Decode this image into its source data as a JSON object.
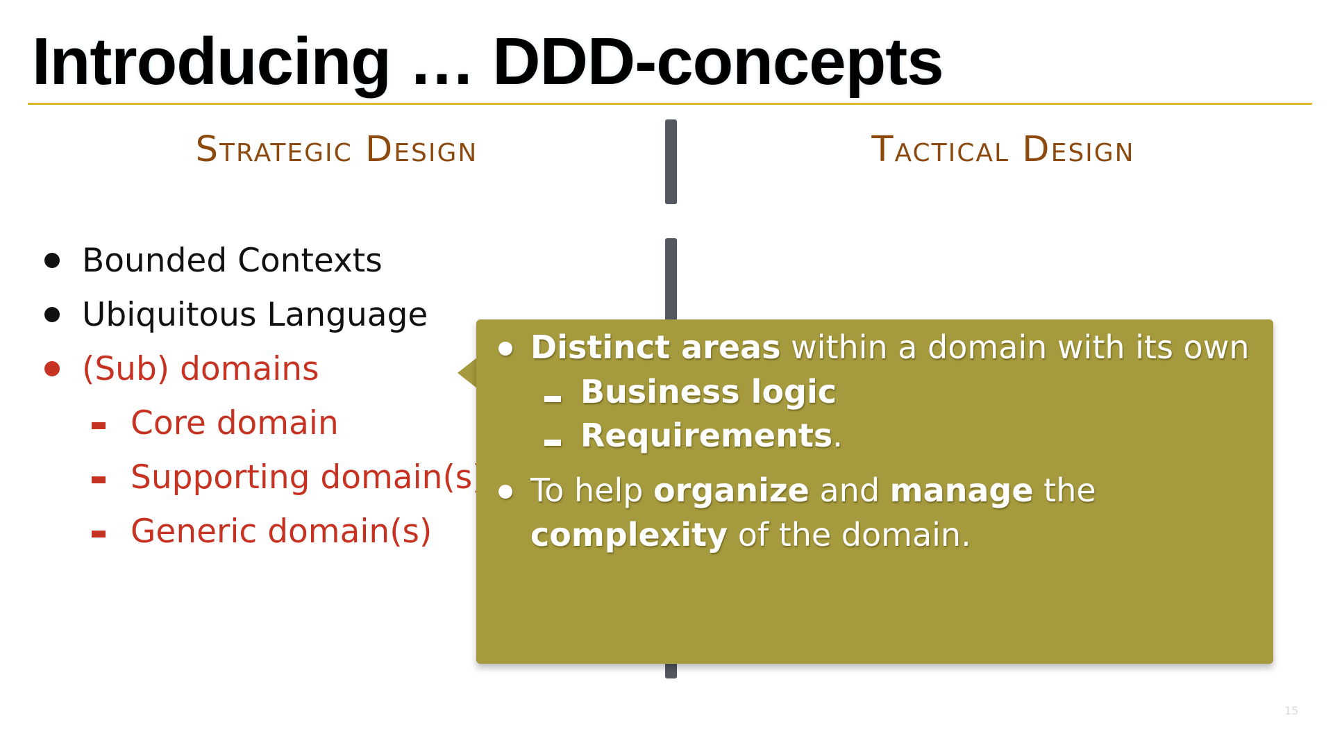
{
  "slide": {
    "title": "Introducing … DDD-concepts",
    "page_number": "15",
    "accent_color": "#e0b830",
    "heading_color": "#8c4a0f",
    "highlight_color": "#c63322",
    "callout_color": "#a59a3d"
  },
  "columns": {
    "left_heading": "Strategic Design",
    "right_heading": "Tactical Design"
  },
  "strategic_list": {
    "items": [
      {
        "label": "Bounded Contexts",
        "level": 1,
        "highlighted": false
      },
      {
        "label": "Ubiquitous Language",
        "level": 1,
        "highlighted": false
      },
      {
        "label": "(Sub) domains",
        "level": 1,
        "highlighted": true
      },
      {
        "label": "Core domain",
        "level": 2,
        "highlighted": true
      },
      {
        "label": "Supporting domain(s)",
        "level": 2,
        "highlighted": true
      },
      {
        "label": "Generic domain(s)",
        "level": 2,
        "highlighted": true
      }
    ]
  },
  "callout": {
    "line1_bold": "Distinct areas",
    "line1_rest": " within a domain with its own",
    "sub1": "Business logic",
    "sub2_bold": "Requirements",
    "sub2_rest": ".",
    "line2_a": "To help ",
    "line2_b": "organize",
    "line2_c": " and ",
    "line2_d": "manage",
    "line2_e": " the",
    "line3_a": "complexity",
    "line3_b": " of the domain."
  }
}
